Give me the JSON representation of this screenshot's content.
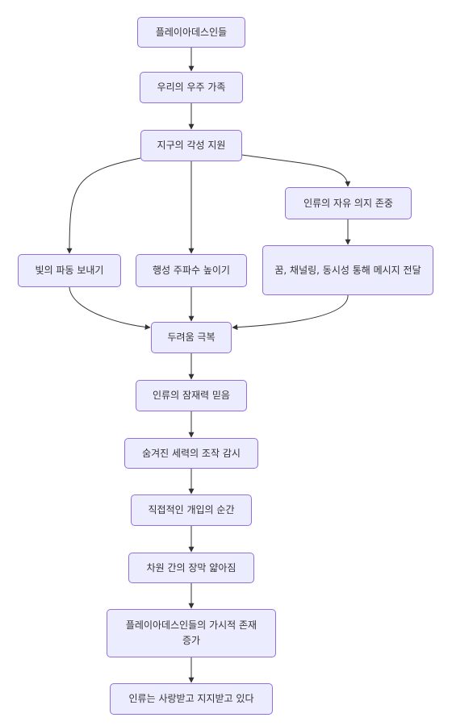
{
  "nodes": {
    "pleiadians": "플레이아데스인들",
    "universe_family": "우리의 우주 가족",
    "earth_ascension": "지구의 각성 지원",
    "free_will": "인류의 자유 의지 존중",
    "light_waves": "빛의 파동 보내기",
    "planet_frequency": "행성 주파수 높이기",
    "messages": "꿈, 채널링, 동시성 통해 메시지 전달",
    "overcome_fear": "두려움 극복",
    "believe_potential": "인류의 잠재력 믿음",
    "monitor_forces": "숨겨진 세력의 조작 감시",
    "intervention_moment": "직접적인 개입의 순간",
    "veil_thinning": "차원 간의 장막 얇아짐",
    "visible_presence": "플레이아데스인들의 가시적 존재 증가",
    "humanity_loved": "인류는 사랑받고 지지받고 있다"
  }
}
